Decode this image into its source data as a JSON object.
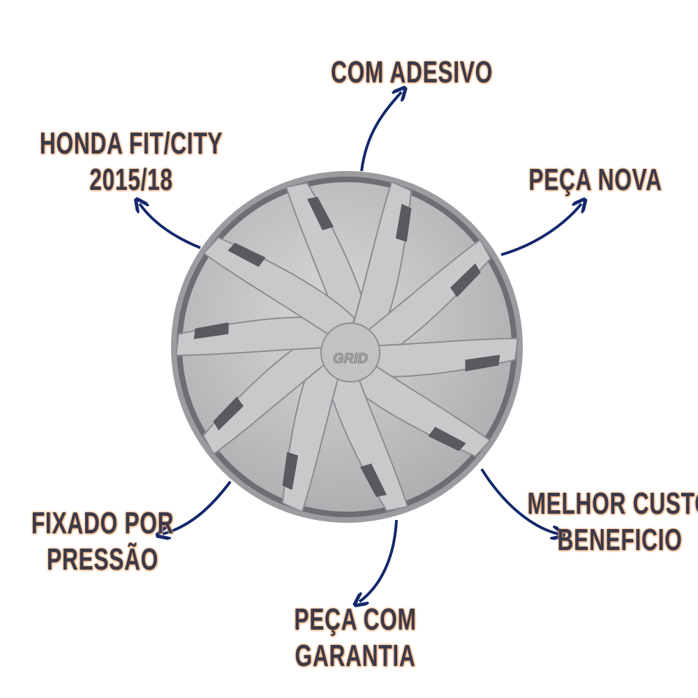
{
  "product": {
    "brand_logo": "GRID"
  },
  "labels": {
    "com_adesivo": "COM ADESIVO",
    "honda_line1": "HONDA FIT/CITY",
    "honda_line2": "2015/18",
    "peca_nova": "PEÇA NOVA",
    "fixado_line1": "FIXADO POR",
    "fixado_line2": "PRESSÃO",
    "melhor_line1": "MELHOR CUSTO",
    "melhor_line2": "BENEFICIO",
    "garantia_line1": "PEÇA COM",
    "garantia_line2": "GARANTIA"
  },
  "colors": {
    "arrow": "#14286b",
    "text": "#3b3a4c",
    "glow": "#f4a462",
    "wheel": "#c4c4c6"
  }
}
